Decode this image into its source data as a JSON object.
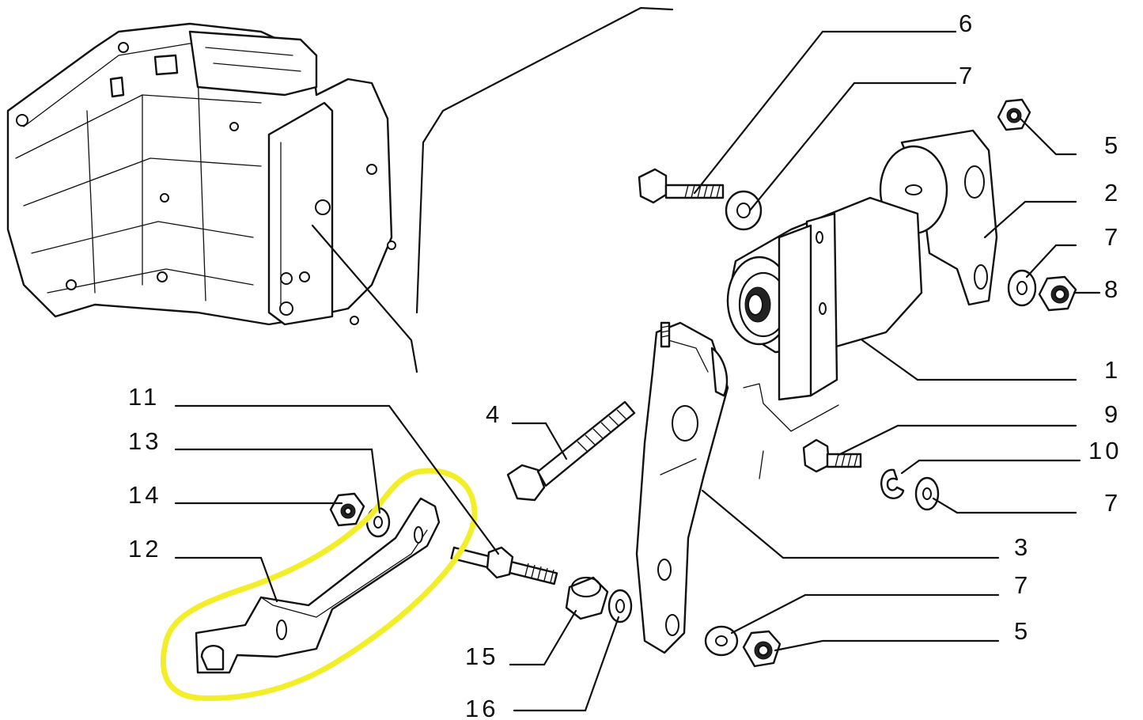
{
  "diagram": {
    "callouts": [
      {
        "id": "c6",
        "label": "6"
      },
      {
        "id": "c7a",
        "label": "7"
      },
      {
        "id": "c5a",
        "label": "5"
      },
      {
        "id": "c2",
        "label": "2"
      },
      {
        "id": "c7b",
        "label": "7"
      },
      {
        "id": "c8",
        "label": "8"
      },
      {
        "id": "c1",
        "label": "1"
      },
      {
        "id": "c9",
        "label": "9"
      },
      {
        "id": "c10",
        "label": "10"
      },
      {
        "id": "c7c",
        "label": "7"
      },
      {
        "id": "c3",
        "label": "3"
      },
      {
        "id": "c7d",
        "label": "7"
      },
      {
        "id": "c5b",
        "label": "5"
      },
      {
        "id": "c4",
        "label": "4"
      },
      {
        "id": "c11",
        "label": "11"
      },
      {
        "id": "c13",
        "label": "13"
      },
      {
        "id": "c14",
        "label": "14"
      },
      {
        "id": "c12",
        "label": "12"
      },
      {
        "id": "c15",
        "label": "15"
      },
      {
        "id": "c16",
        "label": "16"
      }
    ],
    "highlight_color": "#f2ee2a",
    "ink_color": "#111111"
  }
}
